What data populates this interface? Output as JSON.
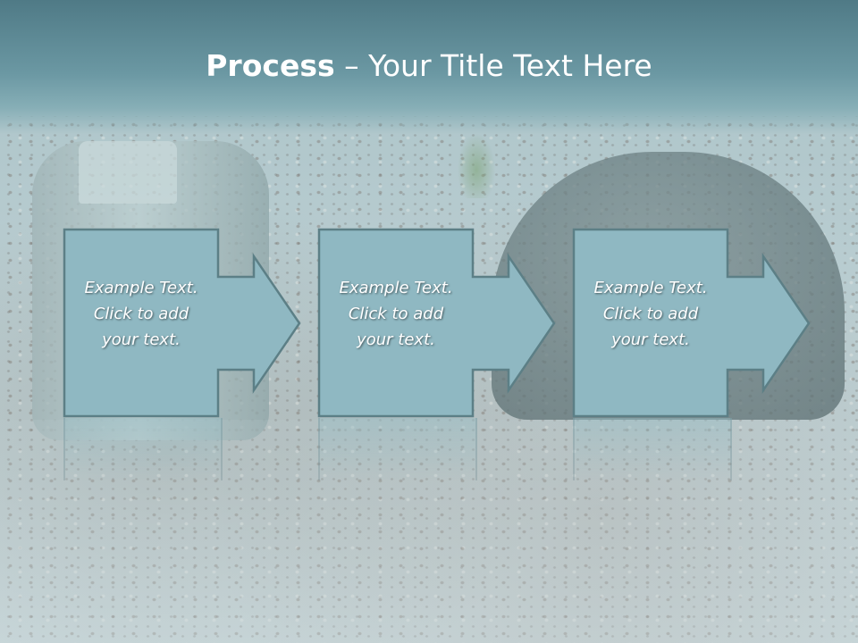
{
  "slide": {
    "title_bold": "Process",
    "title_rest": " – Your Title Text Here",
    "steps": [
      {
        "line1": "Example Text.",
        "line2": "Click  to add",
        "line3": "your text."
      },
      {
        "line1": "Example Text.",
        "line2": "Click  to add",
        "line3": "your text."
      },
      {
        "line1": "Example Text.",
        "line2": "Click  to add",
        "line3": "your text."
      }
    ]
  },
  "colors": {
    "title_band": "#6b98a3",
    "step_fill": "#8fb8c2",
    "step_border": "#5c7f86",
    "title_text": "#ffffff"
  }
}
